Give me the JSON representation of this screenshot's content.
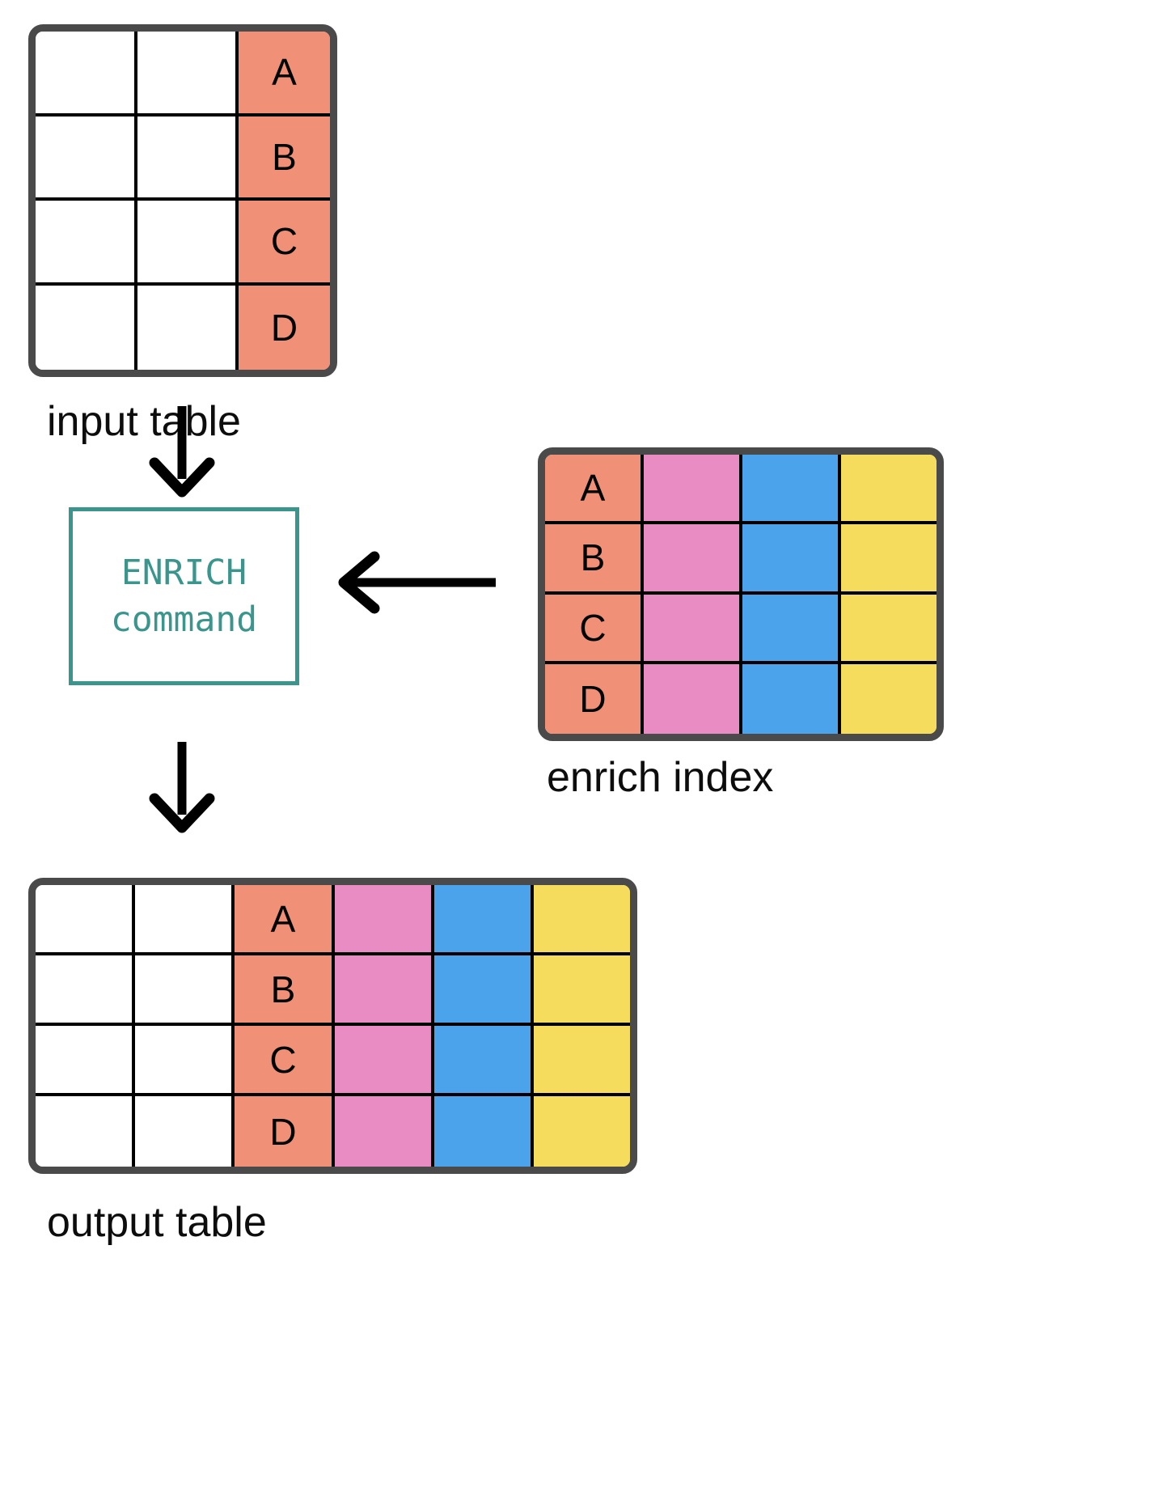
{
  "diagram": {
    "title_semantic": "ENRICH command dataflow",
    "colors": {
      "salmon": "#ef9077",
      "pink": "#e98cc4",
      "blue": "#4ba3ec",
      "yellow": "#f6dc5c",
      "frame": "#4a4a4a",
      "grid": "#000000",
      "teal": "#3a958c",
      "white": "#ffffff"
    }
  },
  "input_table": {
    "caption": "input table",
    "column_colors": [
      "white",
      "white",
      "salmon"
    ],
    "rows": [
      [
        "",
        "",
        "A"
      ],
      [
        "",
        "",
        "B"
      ],
      [
        "",
        "",
        "C"
      ],
      [
        "",
        "",
        "D"
      ]
    ]
  },
  "enrich_command": {
    "line1": "ENRICH",
    "line2": "command"
  },
  "enrich_index": {
    "caption": "enrich index",
    "column_colors": [
      "salmon",
      "pink",
      "blue",
      "yellow"
    ],
    "rows": [
      [
        "A",
        "",
        "",
        ""
      ],
      [
        "B",
        "",
        "",
        ""
      ],
      [
        "C",
        "",
        "",
        ""
      ],
      [
        "D",
        "",
        "",
        ""
      ]
    ]
  },
  "output_table": {
    "caption": "output table",
    "column_colors": [
      "white",
      "white",
      "salmon",
      "pink",
      "blue",
      "yellow"
    ],
    "rows": [
      [
        "",
        "",
        "A",
        "",
        "",
        ""
      ],
      [
        "",
        "",
        "B",
        "",
        "",
        ""
      ],
      [
        "",
        "",
        "C",
        "",
        "",
        ""
      ],
      [
        "",
        "",
        "D",
        "",
        "",
        ""
      ]
    ]
  },
  "arrows": {
    "input_to_command": "arrow-down",
    "index_to_command": "arrow-left",
    "command_to_output": "arrow-down"
  }
}
